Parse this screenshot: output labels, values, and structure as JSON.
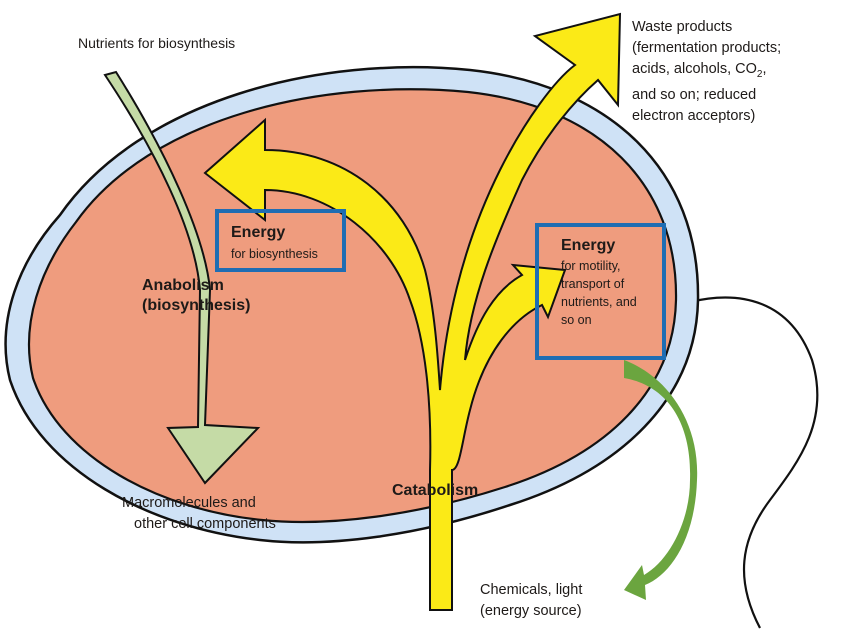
{
  "diagram": {
    "title": "Cell metabolism: catabolism and anabolism",
    "colors": {
      "cytoplasm": "#ef9c7e",
      "membrane": "#cfe2f6",
      "outline": "#111111",
      "catabolism_arrow": "#fbea17",
      "anabolism_arrow": "#c5dba6",
      "energy_source_arrow": "#6ba53f",
      "highlight_box": "#1f6db3"
    },
    "labels": {
      "nutrients": "Nutrients for biosynthesis",
      "waste": {
        "lines": [
          "Waste products",
          "(fermentation products;",
          "acids, alcohols, CO",
          "and so on; reduced",
          "electron acceptors)"
        ],
        "co2_subscript": "2",
        "co2_suffix": ","
      },
      "energy_biosynthesis": {
        "heading": "Energy",
        "detail": "for biosynthesis"
      },
      "energy_motility": {
        "heading": "Energy",
        "lines": [
          "for motility,",
          "transport of",
          "nutrients, and",
          "so on"
        ]
      },
      "anabolism": {
        "lines": [
          "Anabolism",
          "(biosynthesis)"
        ]
      },
      "macromolecules": {
        "lines": [
          "Macromolecules and",
          "other cell components"
        ]
      },
      "catabolism": "Catabolism",
      "energy_source": {
        "lines": [
          "Chemicals, light",
          "(energy source)"
        ]
      }
    }
  }
}
